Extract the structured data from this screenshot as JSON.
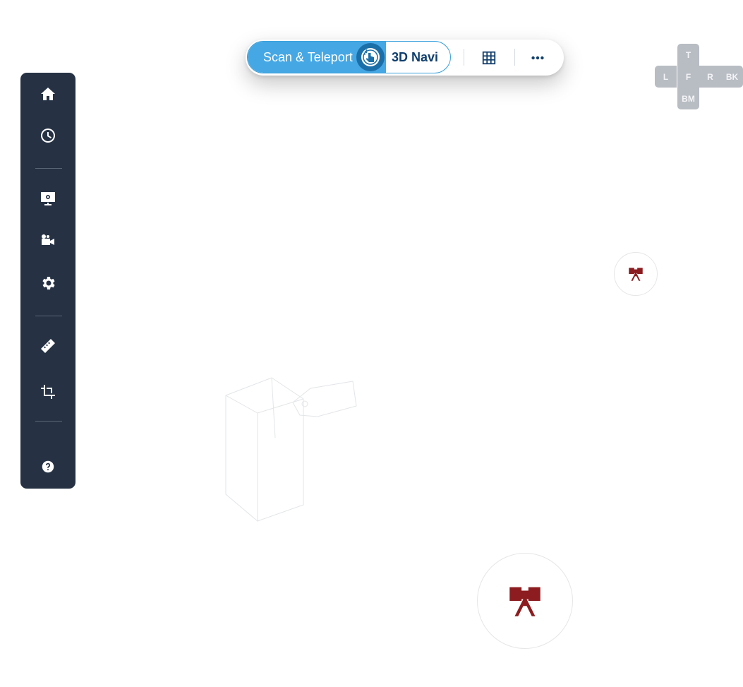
{
  "toolbar": {
    "mode_scan_label": "Scan & Teleport",
    "mode_navi_label": "3D Navi"
  },
  "view_cube": {
    "top": "T",
    "left": "L",
    "front": "F",
    "right": "R",
    "back": "BK",
    "bottom": "BM"
  },
  "sidebar": {
    "items": [
      "home-icon",
      "history-icon",
      "presentation-settings-icon",
      "camera-settings-icon",
      "gear-icon",
      "ruler-icon",
      "crop-icon",
      "help-icon"
    ]
  },
  "colors": {
    "sidebar_bg": "#263244",
    "accent": "#45a7e4",
    "accent_dark": "#1b6fa8",
    "navi_text": "#0f3f6e",
    "marker": "#8c1c1f",
    "view_cube": "#b8bcc3"
  }
}
